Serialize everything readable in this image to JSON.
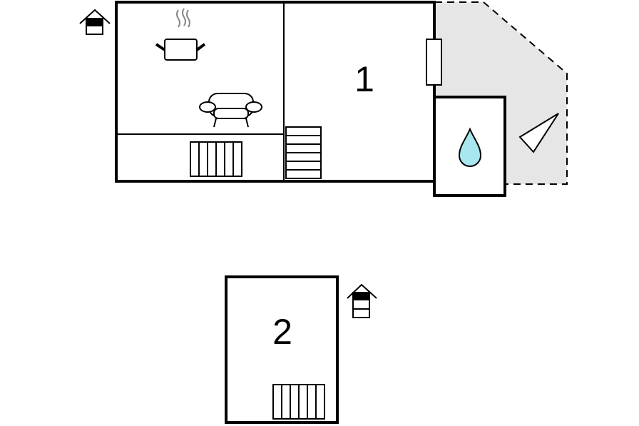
{
  "rooms": [
    {
      "label": "1"
    },
    {
      "label": "2"
    }
  ],
  "icons": [
    "floor-level-icon",
    "cooking-pot-icon",
    "sofa-icon",
    "radiator-icon",
    "stairs-icon",
    "window-icon",
    "water-drop-icon",
    "compass-icon",
    "terrace-area"
  ],
  "colors": {
    "wall": "#000000",
    "terrace": "#e6e6e6",
    "water": "#a8e6f0",
    "steam": "#888888"
  }
}
